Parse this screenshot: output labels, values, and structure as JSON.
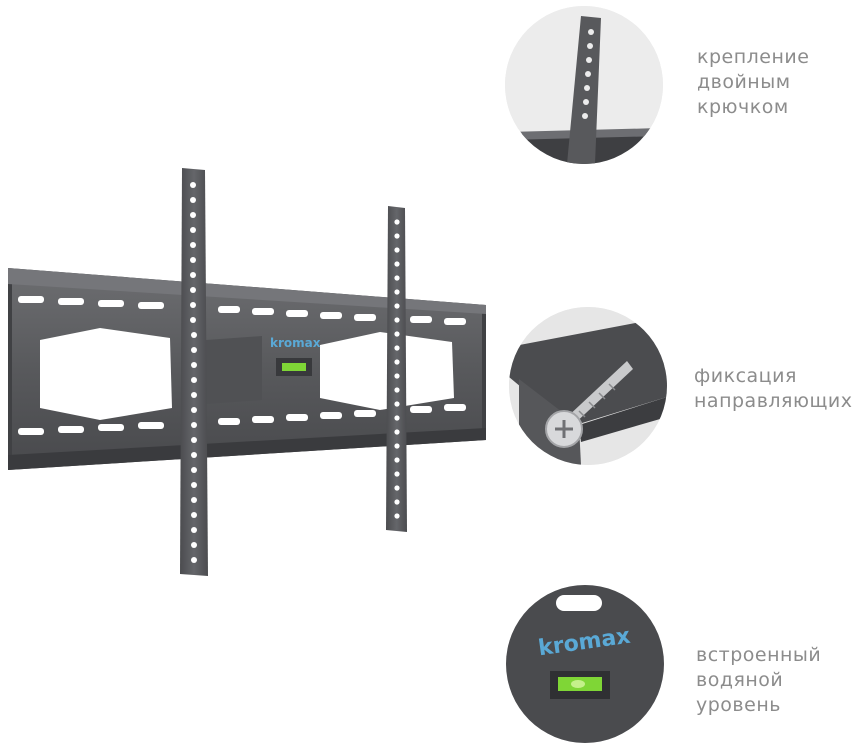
{
  "brand": {
    "logo_text": "kromax"
  },
  "features": [
    {
      "id": "hook",
      "lines": [
        "крепление",
        "двойным",
        "крючком"
      ]
    },
    {
      "id": "guides",
      "lines": [
        "фиксация",
        "направляющих"
      ]
    },
    {
      "id": "level",
      "lines": [
        "встроенный",
        "водяной",
        "уровень"
      ]
    }
  ],
  "colors": {
    "metal": "#56575a",
    "metal_dark": "#3f4043",
    "caption": "#8c8c8c",
    "level_green": "#7fd636",
    "logo_blue": "#5aa9d6"
  }
}
